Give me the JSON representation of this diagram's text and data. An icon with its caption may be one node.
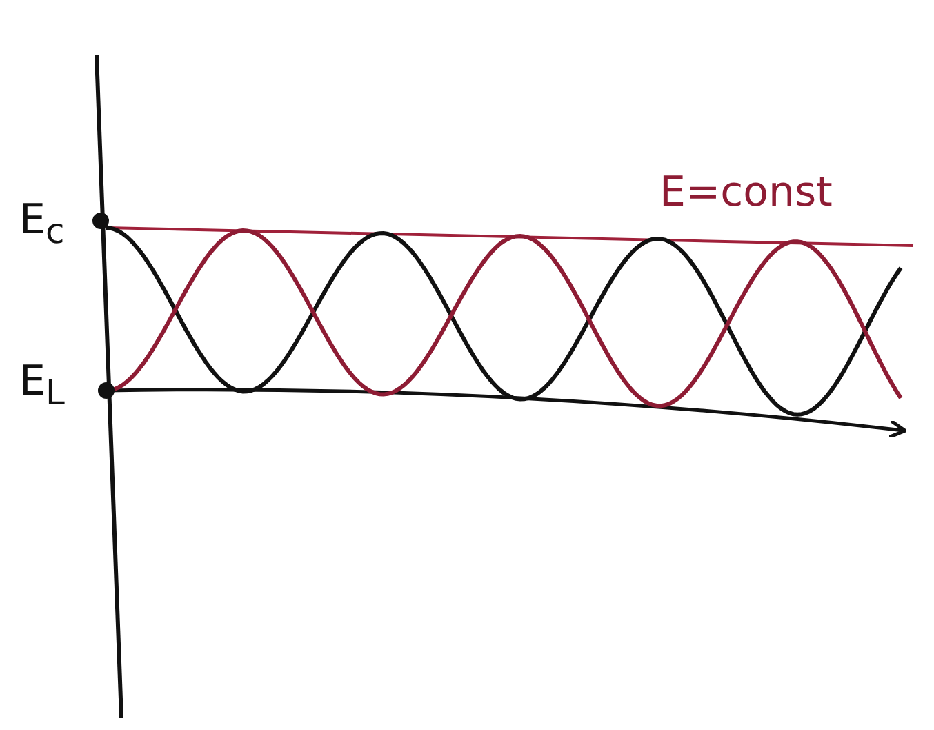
{
  "diagram": {
    "labels": [
      "E$_{c}$",
      "E$_{L}$",
      "E=const"
    ]
  }
}
